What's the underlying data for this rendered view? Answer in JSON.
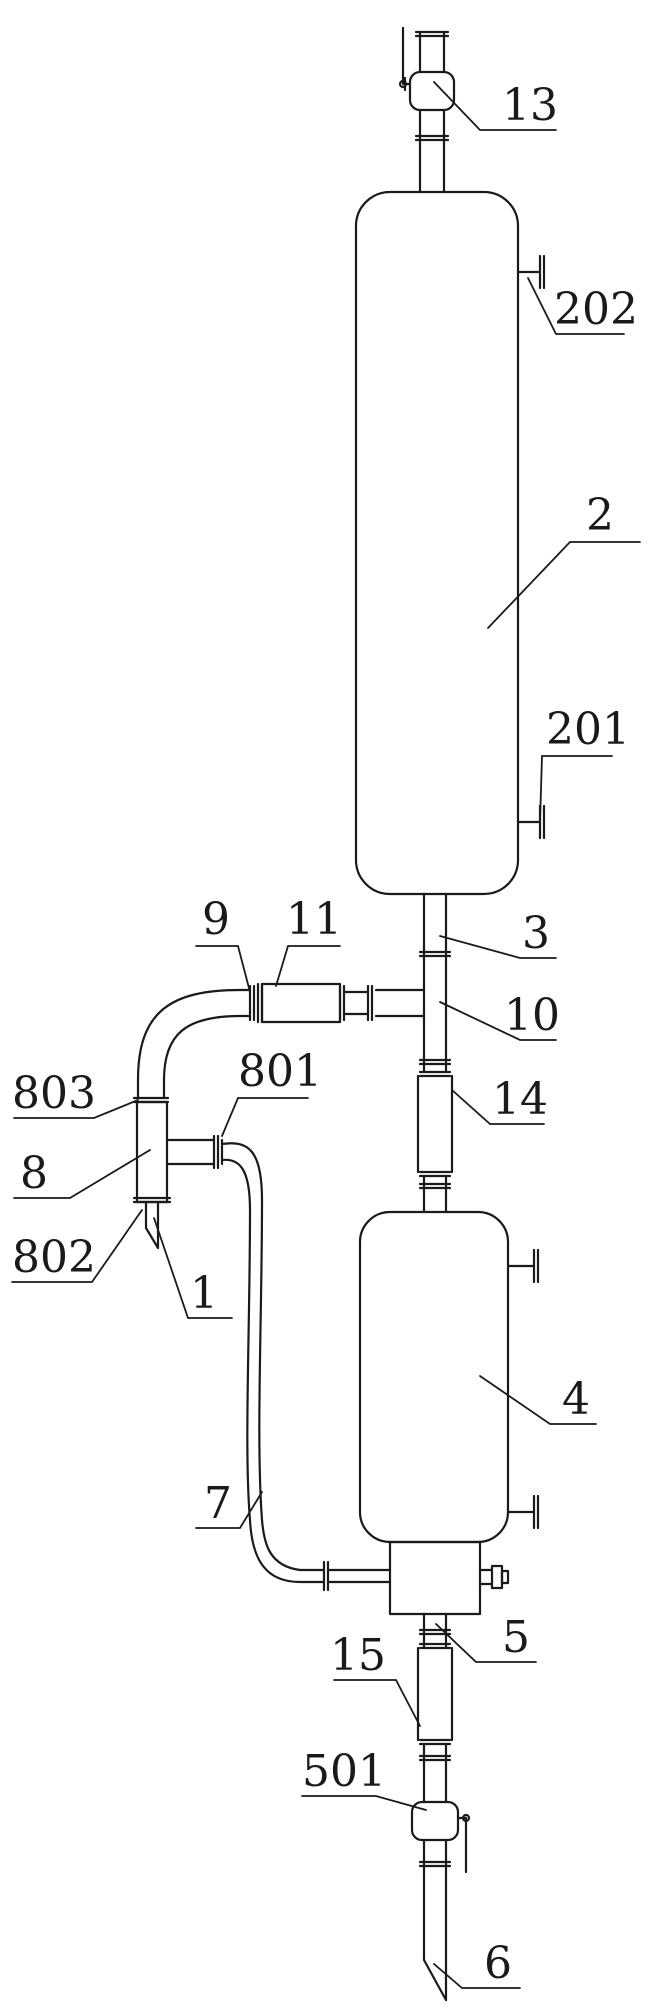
{
  "diagram": {
    "labels": {
      "l13": "13",
      "l202": "202",
      "l2": "2",
      "l201": "201",
      "l9": "9",
      "l11": "11",
      "l3": "3",
      "l10": "10",
      "l801": "801",
      "l803": "803",
      "l14": "14",
      "l8": "8",
      "l802": "802",
      "l1": "1",
      "l4": "4",
      "l7": "7",
      "l15": "15",
      "l5": "5",
      "l501": "501",
      "l6": "6"
    }
  }
}
